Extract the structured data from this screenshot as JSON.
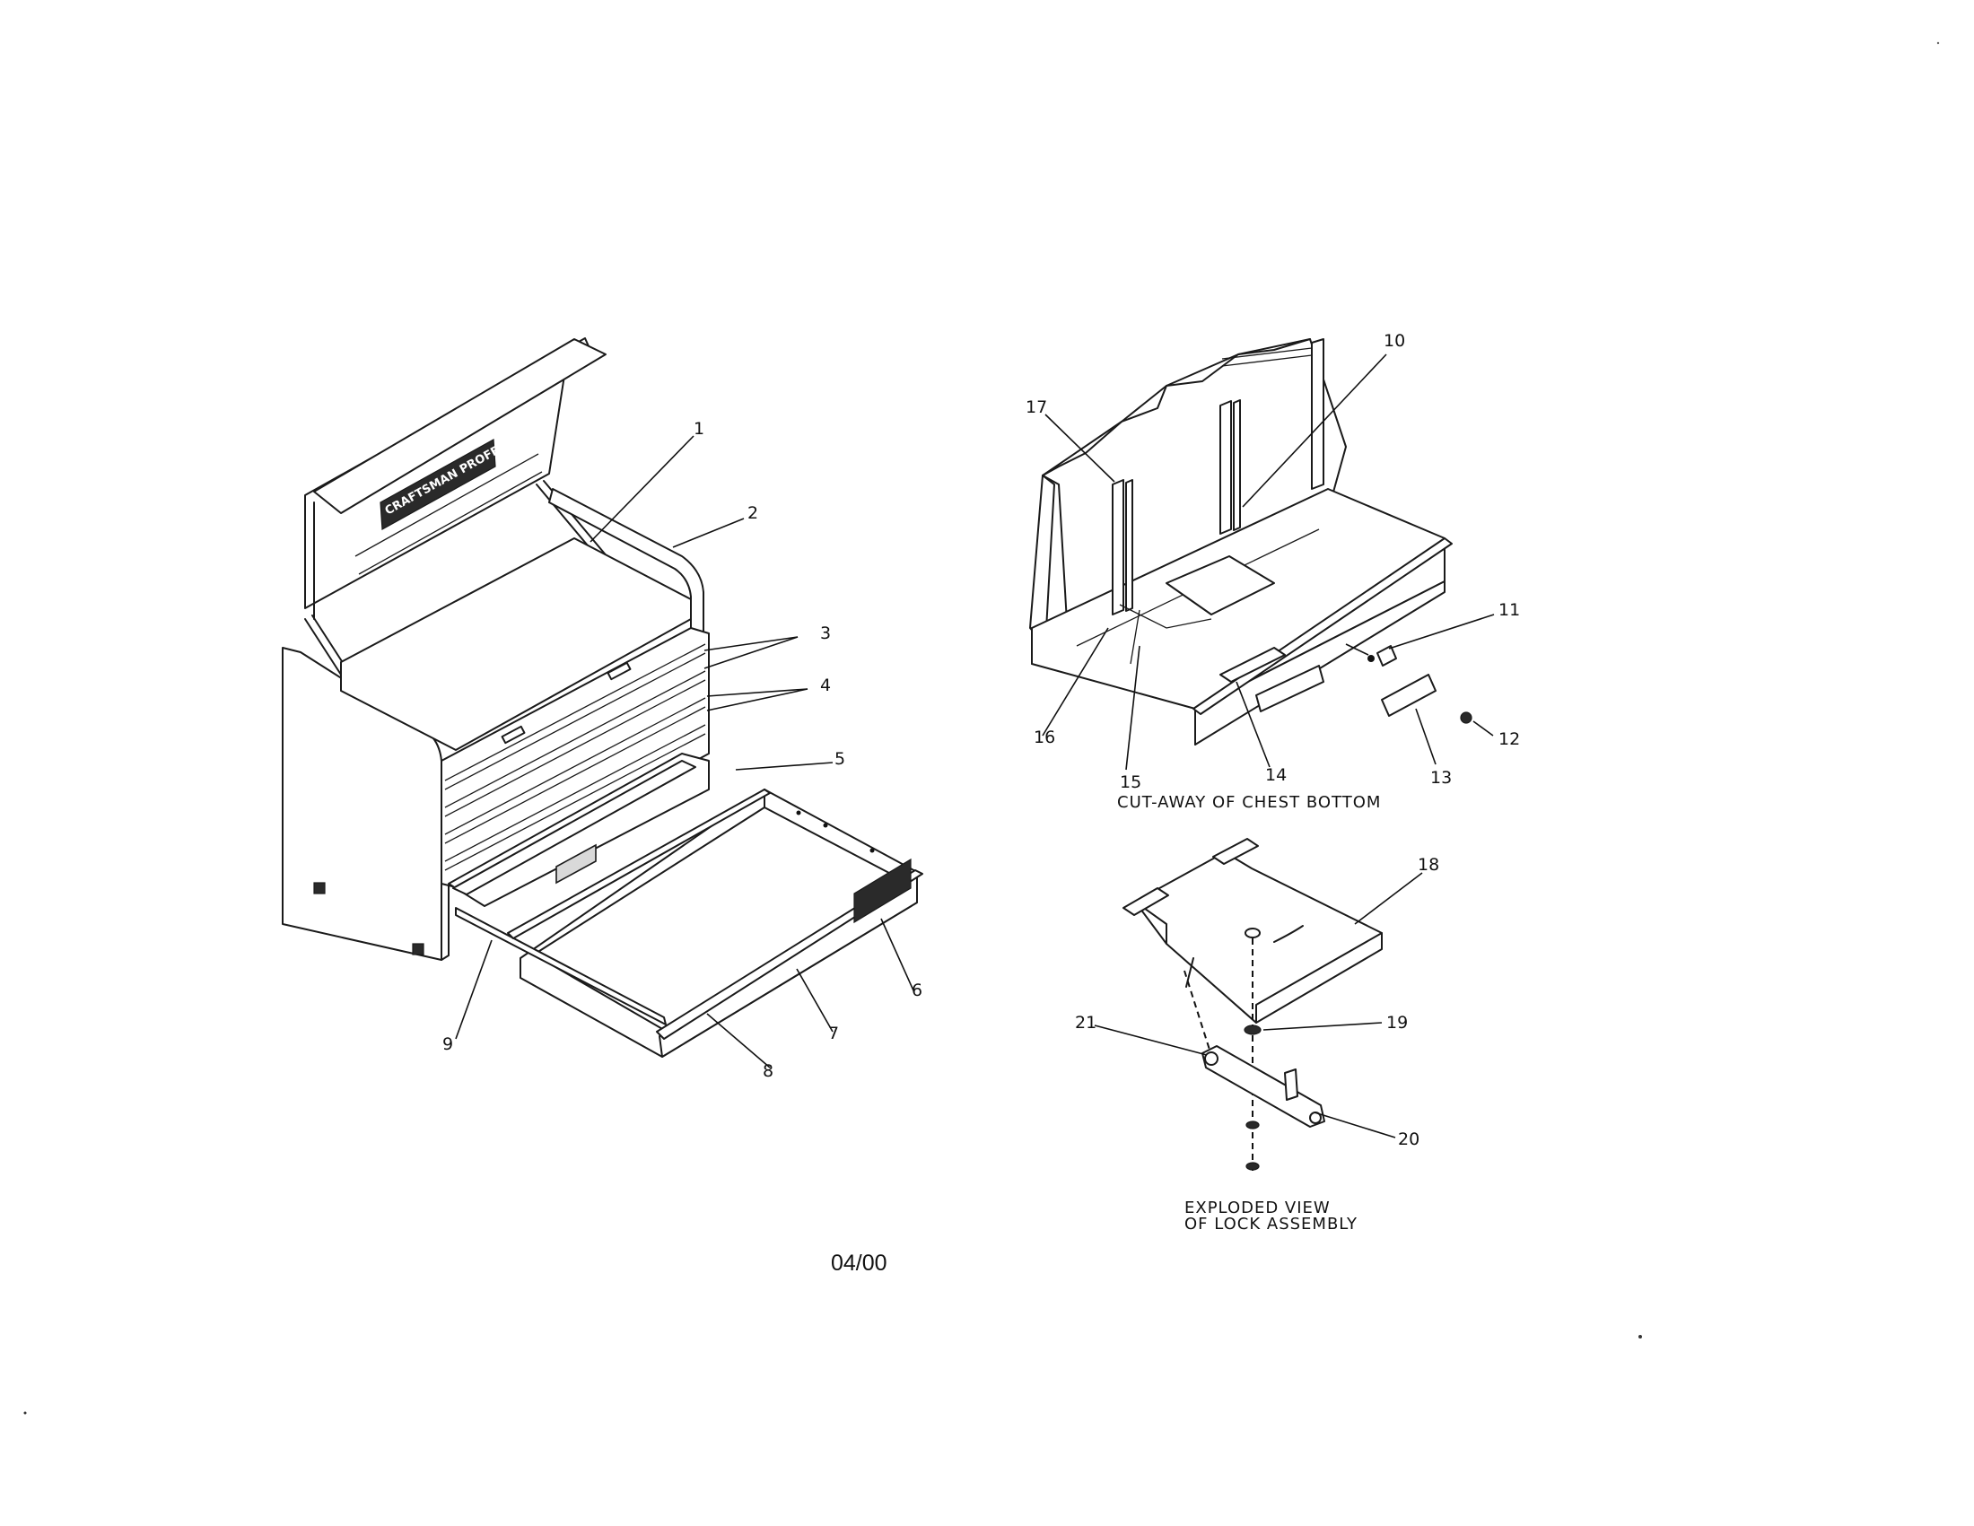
{
  "drawing": {
    "logo_text": "CRAFTSMAN PROFESSIONAL",
    "date_code": "04/00",
    "captions": {
      "cutaway": "CUT-AWAY OF CHEST BOTTOM",
      "exploded_line1": "EXPLODED VIEW",
      "exploded_line2": "OF LOCK ASSEMBLY"
    },
    "callouts": {
      "c1": "1",
      "c2": "2",
      "c3": "3",
      "c4": "4",
      "c5": "5",
      "c6": "6",
      "c7": "7",
      "c8": "8",
      "c9": "9",
      "c10": "10",
      "c11": "11",
      "c12": "12",
      "c13": "13",
      "c14": "14",
      "c15": "15",
      "c16": "16",
      "c17": "17",
      "c18": "18",
      "c19": "19",
      "c20": "20",
      "c21": "21"
    }
  }
}
